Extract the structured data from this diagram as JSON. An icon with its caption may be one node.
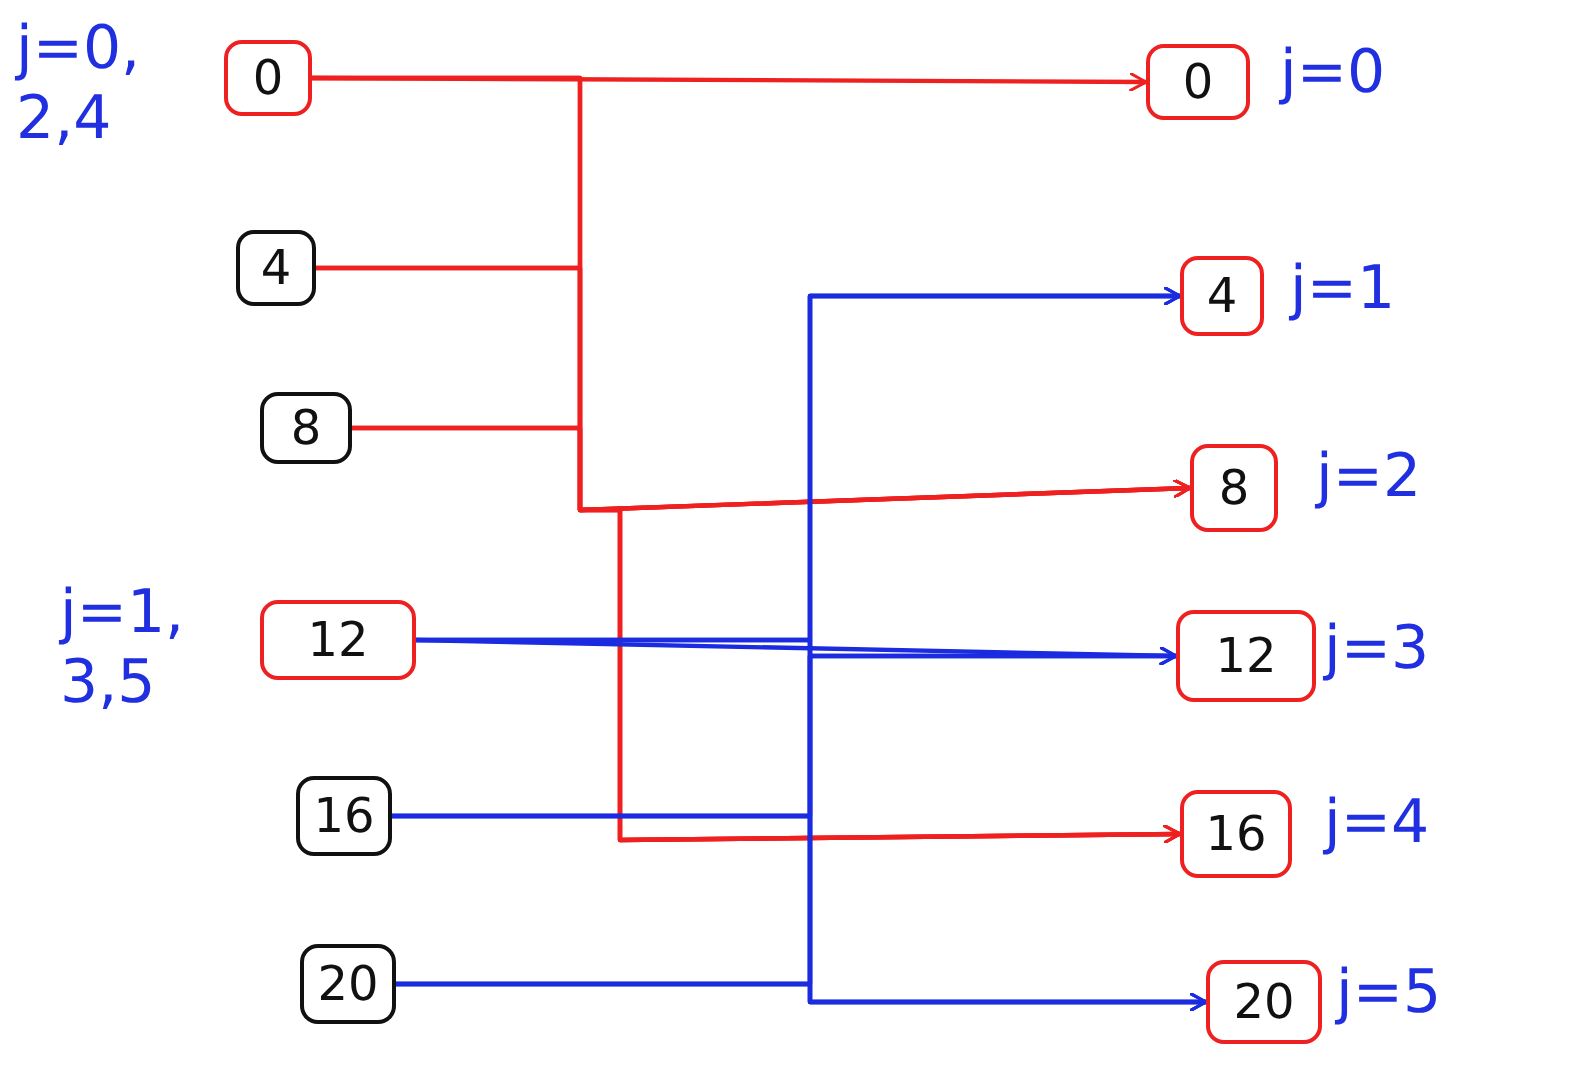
{
  "diagram": {
    "nodes": [
      {
        "text": [
          "0"
        ],
        "beside": [
          "j=0, 2,4"
        ]
      },
      {
        "text": [
          "4"
        ]
      },
      {
        "text": [
          "8"
        ]
      },
      {
        "text": [
          "12"
        ],
        "beside": [
          "j=1, 3,5"
        ]
      },
      {
        "text": [
          "16"
        ]
      },
      {
        "text": [
          "20"
        ]
      },
      {
        "text": [
          "0"
        ],
        "beside": [
          "j=0"
        ]
      },
      {
        "text": [
          "4"
        ],
        "beside": [
          "j=1"
        ]
      },
      {
        "text": [
          "8"
        ],
        "beside": [
          "j=2"
        ]
      },
      {
        "text": [
          "12"
        ],
        "beside": [
          "j=3"
        ]
      },
      {
        "text": [
          "16"
        ],
        "beside": [
          "j=4"
        ]
      },
      {
        "text": [
          "20"
        ],
        "beside": [
          "j=5"
        ]
      }
    ],
    "edges": [
      {
        "from": 0,
        "to": 6,
        "arrow": "to",
        "color": "#ee2020"
      },
      {
        "from": 0,
        "to": 8,
        "arrow": "to",
        "color": "#ee2020"
      },
      {
        "from": 0,
        "to": 10,
        "arrow": "to",
        "color": "#ee2020"
      },
      {
        "from": 1,
        "to": 8,
        "arrow": "to",
        "color": "#ee2020"
      },
      {
        "from": 1,
        "to": 10,
        "arrow": "to",
        "color": "#ee2020"
      },
      {
        "from": 2,
        "to": 8,
        "arrow": "to",
        "color": "#ee2020"
      },
      {
        "from": 2,
        "to": 10,
        "arrow": "to",
        "color": "#ee2020"
      },
      {
        "from": 3,
        "to": 7,
        "arrow": "to"
      },
      {
        "from": 3,
        "to": 9,
        "arrow": "to"
      },
      {
        "from": 3,
        "to": 11,
        "arrow": "to"
      },
      {
        "from": 4,
        "to": 7,
        "arrow": "to"
      },
      {
        "from": 4,
        "to": 9,
        "arrow": "to"
      },
      {
        "from": 4,
        "to": 11,
        "arrow": "to"
      },
      {
        "from": 5,
        "to": 7,
        "arrow": "to"
      },
      {
        "from": 5,
        "to": 9,
        "arrow": "to"
      },
      {
        "from": 5,
        "to": 11,
        "arrow": "to"
      }
    ]
  }
}
